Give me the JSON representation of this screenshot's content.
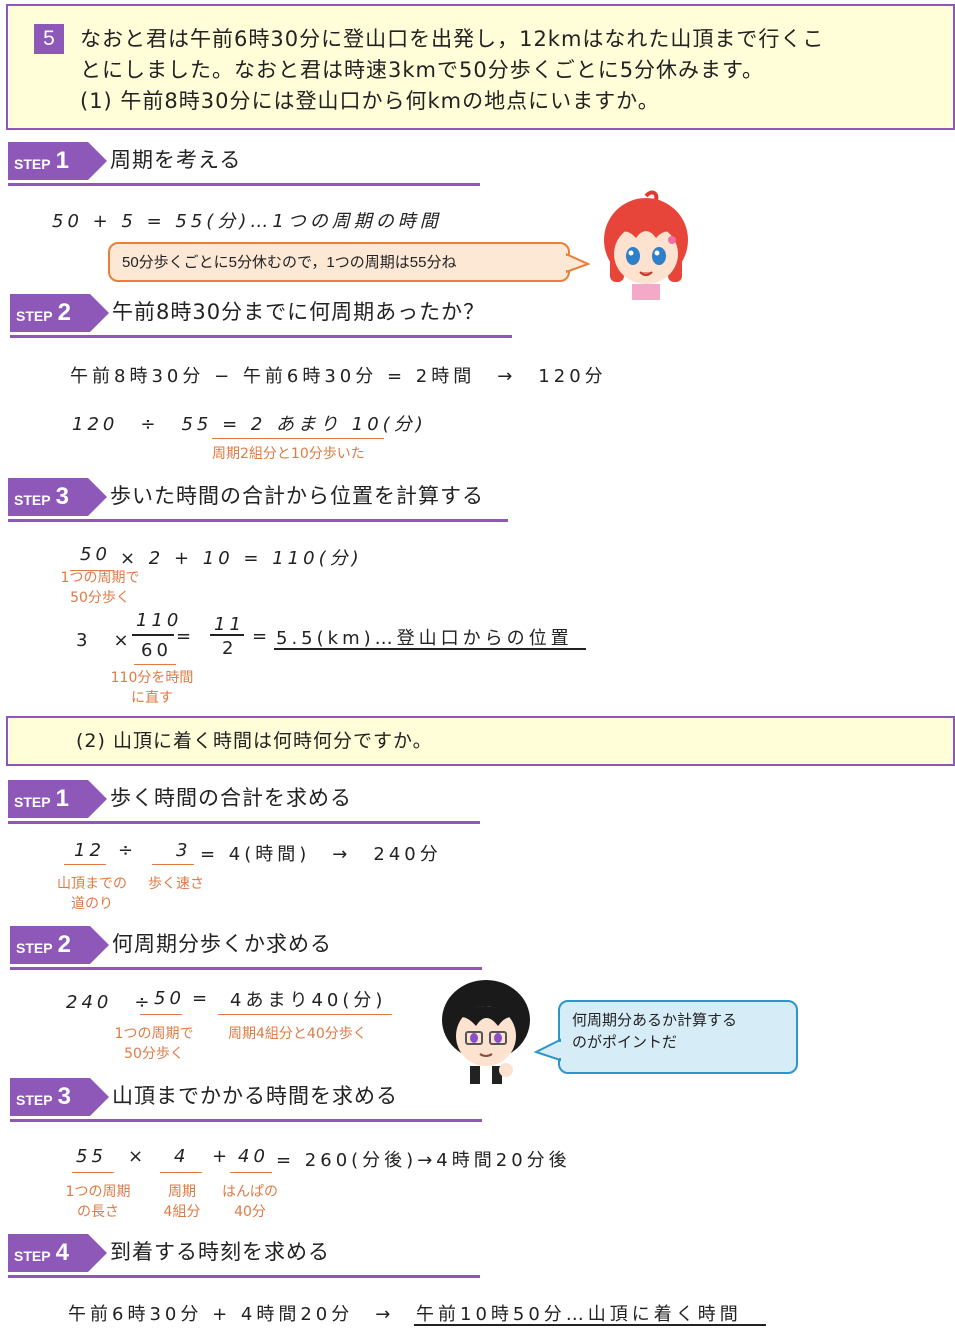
{
  "q1": {
    "number": "5",
    "line1": "なおと君は午前6時30分に登山口を出発し，12kmはなれた山頂まで行くこ",
    "line2": "とにしました。なおと君は時速3kmで50分歩くごとに5分休みます。",
    "line3": "(1) 午前8時30分には登山口から何kmの地点にいますか。"
  },
  "part1": {
    "step1": {
      "word": "STEP",
      "num": "1",
      "title": "周期を考える",
      "eq": "50 + 5 = 55(分)…1つの周期の時間",
      "bubble": "50分歩くごとに5分休むので，1つの周期は55分ね"
    },
    "step2": {
      "word": "STEP",
      "num": "2",
      "title": "午前8時30分までに何周期あったか？",
      "eq1": "午前8時30分 − 午前6時30分 = 2時間　→　120分",
      "eq2": "120　÷　55 = 2 あまり 10(分)",
      "note": "周期2組分と10分歩いた"
    },
    "step3": {
      "word": "STEP",
      "num": "3",
      "title": "歩いた時間の合計から位置を計算する",
      "eq1_a": "50",
      "eq1_b": "× 2 + 10 = 110(分)",
      "note1_l1": "1つの周期で",
      "note1_l2": "50分歩く",
      "eq2_a": "3　×",
      "frac1_num": "110",
      "frac1_den": "60",
      "eq2_eq": "=",
      "frac2_num": "11",
      "frac2_den": "2",
      "eq2_eq2": "=",
      "eq2_result": "5.5(km)…登山口からの位置",
      "note2_l1": "110分を時間",
      "note2_l2": "に直す"
    }
  },
  "q2": {
    "text": "(2) 山頂に着く時間は何時何分ですか。"
  },
  "part2": {
    "step1": {
      "word": "STEP",
      "num": "1",
      "title": "歩く時間の合計を求める",
      "eq_a": "12",
      "eq_op": "÷",
      "eq_b": "3",
      "eq_rest": "= 4(時間)　→　240分",
      "note1_l1": "山頂までの",
      "note1_l2": "道のり",
      "note2": "歩く速さ"
    },
    "step2": {
      "word": "STEP",
      "num": "2",
      "title": "何周期分歩くか求める",
      "eq_a": "240　÷",
      "eq_b": "50",
      "eq_eq": "=",
      "eq_c": "4あまり40(分)",
      "note1_l1": "1つの周期で",
      "note1_l2": "50分歩く",
      "note2": "周期4組分と40分歩く",
      "bubble_l1": "何周期分あるか計算する",
      "bubble_l2": "のがポイントだ"
    },
    "step3": {
      "word": "STEP",
      "num": "3",
      "title": "山頂までかかる時間を求める",
      "eq_a": "55",
      "eq_op1": "×",
      "eq_b": "4",
      "eq_op2": "+",
      "eq_c": "40",
      "eq_rest": "= 260(分後)→4時間20分後",
      "note1_l1": "1つの周期",
      "note1_l2": "の長さ",
      "note2_l1": "周期",
      "note2_l2": "4組分",
      "note3_l1": "はんぱの",
      "note3_l2": "40分"
    },
    "step4": {
      "word": "STEP",
      "num": "4",
      "title": "到着する時刻を求める",
      "eq_a": "午前6時30分 + 4時間20分　→",
      "eq_result": "午前10時50分…山頂に着く時間"
    }
  },
  "colors": {
    "accent": "#8e58b8",
    "note": "#e07a45",
    "question_bg": "#fffed8"
  }
}
